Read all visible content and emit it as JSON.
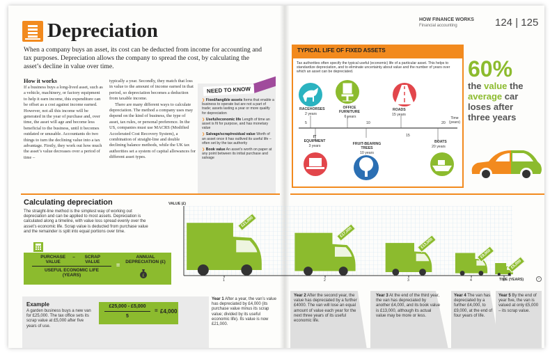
{
  "header": {
    "title": "Depreciation",
    "running_head": "HOW FINANCE WORKS",
    "running_sub": "Financial accounting",
    "page_numbers": "124 | 125"
  },
  "intro": "When a company buys an asset, its cost can be deducted from income for accounting and tax purposes. Depreciation allows the company to spread the cost, by calculating the asset’s decline in value over time.",
  "how_it_works": {
    "heading": "How it works",
    "col1": "If a business buys a long-lived asset, such as a vehicle, machinery, or factory equipment to help it earn income, this expenditure can be offset as a cost against income earned. However, not all this income will be generated in the year of purchase and, over time, the asset will age and become less beneficial to the business, until it becomes outdated or unusable. Accountants do two things to turn the declining value into a tax advantage. Firstly, they work out how much the asset’s value decreases over a period of time –",
    "col2a": "typically a year. Secondly, they match that loss in value to the amount of income earned in that period, so depreciation becomes a deduction from taxable income.",
    "col2b": "There are many different ways to calculate depreciation. The method a company uses may depend on the kind of business, the type of asset, tax rules, or personal preference. In the US, companies must use MACRS (Modified Accelerated Cost Recovery System), a combination of straight-line and double declining balance methods, while the UK tax authorities set a system of capital allowances for different asset types."
  },
  "need_to_know": {
    "heading": "NEED TO KNOW",
    "items": [
      {
        "term": "Fixed/tangible assets",
        "text": "Items that enable a business to operate but are not a part of trade; assets lasting a year or more qualify for depreciation"
      },
      {
        "term": "Useful/economic life",
        "text": "Length of time an asset is fit for purpose, and has monetary value"
      },
      {
        "term": "Salvage/scrap/residual value",
        "text": "Worth of an asset once it has outlived its useful life – often set by the tax authority"
      },
      {
        "term": "Book value",
        "text": "An asset’s worth on paper at any point between its initial purchase and salvage"
      }
    ]
  },
  "calculating": {
    "heading": "Calculating depreciation",
    "text": "The straight-line method is the simplest way of working out depreciation and can be applied to most assets. Depreciation is calculated along a timeline, with value loss spread evenly over the asset’s economic life. Scrap value is deducted from purchase value and the remainder is split into equal portions over time.",
    "formula_top_left": "PURCHASE VALUE",
    "formula_minus": "–",
    "formula_top_right": "SCRAP VALUE",
    "formula_bottom": "USEFUL ECONOMIC LIFE (YEARS)",
    "formula_equals": "=",
    "formula_result": "ANNUAL DEPRECIATION (£)",
    "example_heading": "Example",
    "example_text": "A garden business buys a new van for £25,000. The tax office sets its scrap value at £5,000 after five years of use.",
    "example_numerator": "£25,000 - £5,000",
    "example_denominator": "5",
    "example_equals": "=",
    "example_result": "£4,000"
  },
  "van_chart": {
    "y_label": "VALUE (£)",
    "x_label": "TIME (YEARS)",
    "x_ticks": [
      "1",
      "2",
      "3",
      "4",
      "5"
    ],
    "tags": [
      "£21,000",
      "£17,000",
      "£13,000",
      "£9,000",
      "£5,000"
    ]
  },
  "chart_data": {
    "type": "bar",
    "title": "",
    "xlabel": "TIME (YEARS)",
    "ylabel": "VALUE (£)",
    "categories": [
      "1",
      "2",
      "3",
      "4",
      "5"
    ],
    "values": [
      21000,
      17000,
      13000,
      9000,
      5000
    ],
    "ylim": [
      0,
      25000
    ],
    "grid": true,
    "legend": "none"
  },
  "years": [
    {
      "label": "Year 1",
      "text": "After a year, the van’s value has depreciated by £4,000 (its purchase value minus its scrap value; divided by its useful economic life). Its value is now £21,000."
    },
    {
      "label": "Year 2",
      "text": "After the second year, the value has depreciated by a further £4000. The van will lose an equal amount of value each year for the next three years of its useful economic life."
    },
    {
      "label": "Year 3",
      "text": "At the end of the third year, the van has depreciated by another £4,000, and its book value is £13,000, although its actual value may be more or less."
    },
    {
      "label": "Year 4",
      "text": "The van has depreciated by a further £4,000, to £9,000, at the end of four years of life."
    },
    {
      "label": "Year 5",
      "text": "By the end of year five, the van is valued at only £5,000 – its scrap value."
    }
  ],
  "fixed_assets": {
    "heading": "TYPICAL LIFE OF FIXED ASSETS",
    "text": "Tax authorities often specify the typical useful (economic) life of a particular asset. This helps to standardize depreciation, and to eliminate uncertainty about value and the number of years over which an asset can be depreciated.",
    "axis_label": "Time (years)",
    "ticks": [
      "5",
      "10",
      "15",
      "20"
    ],
    "assets": [
      {
        "name": "RACEHORSES",
        "years": "2 years"
      },
      {
        "name": "OFFICE FURNITURE",
        "years": "6 years"
      },
      {
        "name": "ROADS",
        "years": "15 years"
      },
      {
        "name": "IT EQUIPMENT",
        "years": "3 years"
      },
      {
        "name": "FRUIT-BEARING TREES",
        "years": "10 years"
      },
      {
        "name": "BOATS",
        "years": "20 years"
      }
    ]
  },
  "stat": {
    "big": "60%",
    "line1_a": "the",
    "line1_b": "value",
    "line1_c": "the",
    "line2_a": "average",
    "line2_b": "car",
    "line3": "loses after",
    "line4": "three years"
  },
  "colors": {
    "orange": "#f28a1e",
    "green": "#8cbb2e",
    "purple": "#a04b9c",
    "teal": "#2bb3c0",
    "red": "#e2464b"
  }
}
